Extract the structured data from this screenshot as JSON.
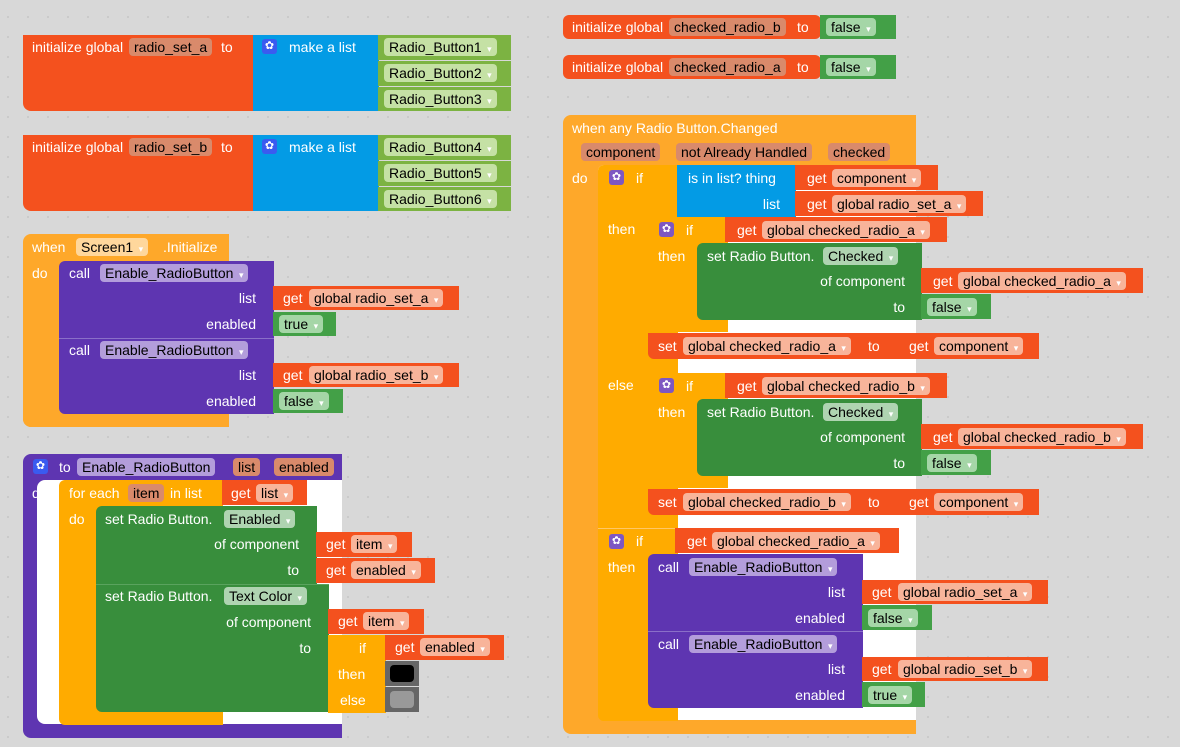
{
  "init_a": {
    "kw": "initialize global",
    "name": "radio_set_a",
    "to": "to",
    "make": "make a list",
    "items": [
      "Radio_Button1",
      "Radio_Button2",
      "Radio_Button3"
    ]
  },
  "init_b": {
    "kw": "initialize global",
    "name": "radio_set_b",
    "to": "to",
    "make": "make a list",
    "items": [
      "Radio_Button4",
      "Radio_Button5",
      "Radio_Button6"
    ]
  },
  "init_cb": {
    "kw": "initialize global",
    "name": "checked_radio_b",
    "to": "to",
    "value": "false"
  },
  "init_ca": {
    "kw": "initialize global",
    "name": "checked_radio_a",
    "to": "to",
    "value": "false"
  },
  "screen_init": {
    "when": "when",
    "component": "Screen1",
    "event": ".Initialize",
    "do": "do",
    "calls": [
      {
        "call": "call",
        "proc": "Enable_RadioButton",
        "list_label": "list",
        "get": "get",
        "list_var": "global radio_set_a",
        "enabled_label": "enabled",
        "enabled": "true"
      },
      {
        "call": "call",
        "proc": "Enable_RadioButton",
        "list_label": "list",
        "get": "get",
        "list_var": "global radio_set_b",
        "enabled_label": "enabled",
        "enabled": "false"
      }
    ]
  },
  "proc": {
    "to": "to",
    "name": "Enable_RadioButton",
    "params": [
      "list",
      "enabled"
    ],
    "do": "do",
    "foreach": "for each",
    "item": "item",
    "in_list": "in list",
    "get": "get",
    "list_var": "list",
    "do2": "do",
    "set1": {
      "set": "set Radio Button.",
      "prop": "Enabled",
      "of": "of component",
      "to": "to",
      "comp_var": "item",
      "val_var": "enabled"
    },
    "set2": {
      "set": "set Radio Button.",
      "prop": "Text Color",
      "of": "of component",
      "to": "to",
      "comp_var": "item",
      "if": "if",
      "then": "then",
      "else": "else",
      "cond_var": "enabled",
      "then_color": "#000000",
      "else_color": "#999999"
    }
  },
  "changed": {
    "title": "when any Radio Button.Changed",
    "params": [
      "component",
      "not Already Handled",
      "checked"
    ],
    "do": "do",
    "if1": {
      "if": "if",
      "islist": "is in list? thing",
      "list": "list",
      "get": "get",
      "thing": "component",
      "list_var": "global radio_set_a",
      "then": "then",
      "else": "else"
    },
    "inner_a": {
      "if": "if",
      "get": "get",
      "cond": "global checked_radio_a",
      "then": "then",
      "set": "set Radio Button.",
      "prop": "Checked",
      "of": "of component",
      "comp": "global checked_radio_a",
      "to": "to",
      "value": "false"
    },
    "set_a": {
      "set": "set",
      "var": "global checked_radio_a",
      "to": "to",
      "get": "get",
      "val": "component"
    },
    "inner_b": {
      "if": "if",
      "get": "get",
      "cond": "global checked_radio_b",
      "then": "then",
      "set": "set Radio Button.",
      "prop": "Checked",
      "of": "of component",
      "comp": "global checked_radio_b",
      "to": "to",
      "value": "false"
    },
    "set_b": {
      "set": "set",
      "var": "global checked_radio_b",
      "to": "to",
      "get": "get",
      "val": "component"
    },
    "if2": {
      "if": "if",
      "get": "get",
      "cond": "global checked_radio_a",
      "then": "then",
      "calls": [
        {
          "call": "call",
          "proc": "Enable_RadioButton",
          "list_label": "list",
          "get": "get",
          "list_var": "global radio_set_a",
          "enabled_label": "enabled",
          "enabled": "false"
        },
        {
          "call": "call",
          "proc": "Enable_RadioButton",
          "list_label": "list",
          "get": "get",
          "list_var": "global radio_set_b",
          "enabled_label": "enabled",
          "enabled": "true"
        }
      ]
    }
  }
}
